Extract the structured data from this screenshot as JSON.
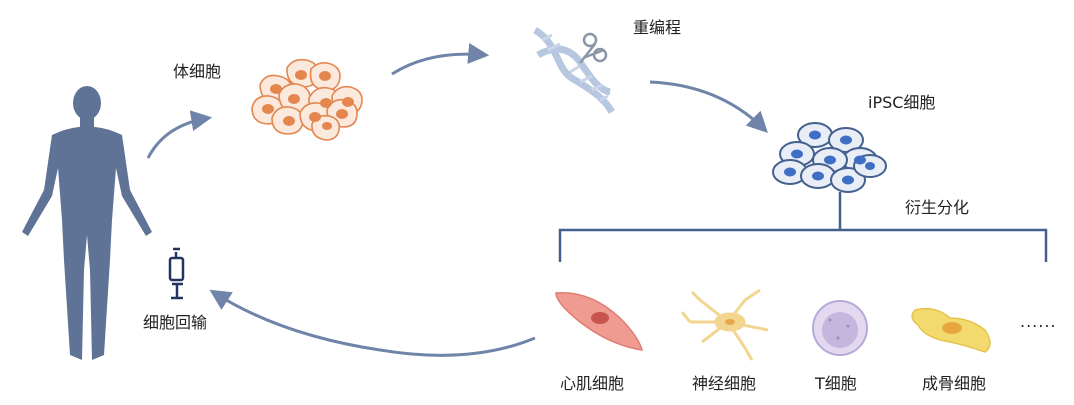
{
  "labels": {
    "somatic": "体细胞",
    "reprogram": "重编程",
    "ipsc": "iPSC细胞",
    "differentiation": "衍生分化",
    "reinfusion": "细胞回输",
    "cardio": "心肌细胞",
    "neuron": "神经细胞",
    "tcell": "T细胞",
    "osteo": "成骨细胞",
    "more": "......"
  },
  "colors": {
    "arrow": "#6f84a8",
    "human": "#5f7396",
    "somatic_fill": "#fbe9de",
    "somatic_stroke": "#e3874f",
    "somatic_nucleus": "#e3874f",
    "ipsc_fill": "#e9eef6",
    "ipsc_stroke": "#44608f",
    "ipsc_nucleus": "#3e6fc4",
    "dna": "#b7c7df",
    "cardio": "#ef9b92",
    "neuron": "#f3d58f",
    "tcell": "#c4b6dc",
    "osteo": "#f2da6e"
  }
}
